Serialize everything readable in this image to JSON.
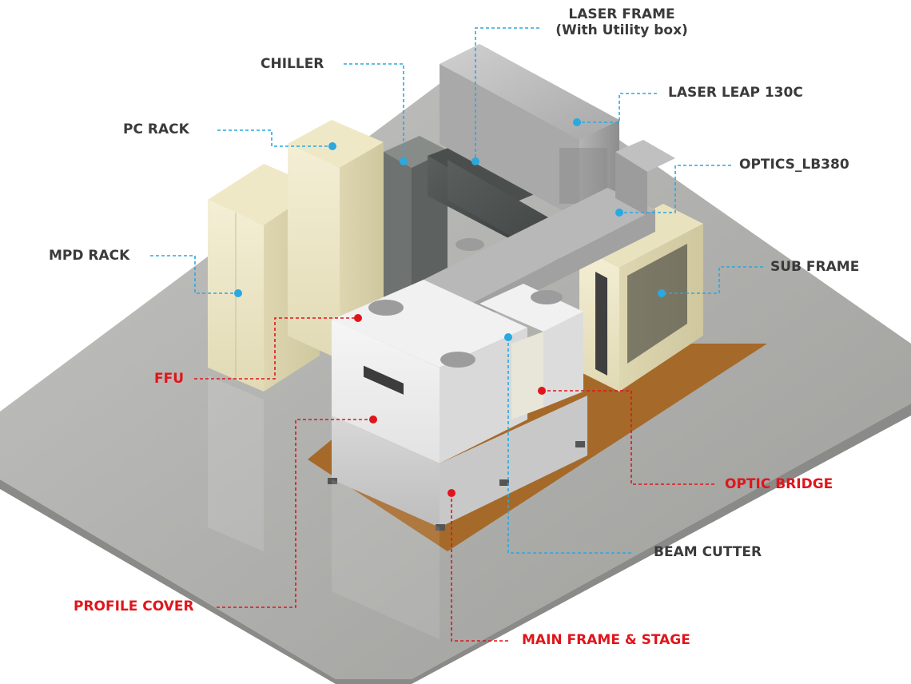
{
  "labels": {
    "laser_frame": "LASER FRAME",
    "laser_frame_sub": "(With Utility box)",
    "chiller": "CHILLER",
    "laser_leap": "LASER LEAP 130C",
    "pc_rack": "PC RACK",
    "optics": "OPTICS_LB380",
    "mpd_rack": "MPD RACK",
    "sub_frame": "SUB FRAME",
    "ffu": "FFU",
    "optic_bridge": "OPTIC BRIDGE",
    "beam_cutter": "BEAM CUTTER",
    "profile_cover": "PROFILE COVER",
    "main_frame": "MAIN FRAME & STAGE"
  },
  "colors": {
    "blue_callout": "#2aa8e0",
    "red_callout": "#e0151b",
    "label_dark": "#3a3a3a",
    "label_red": "#e0151b",
    "floor": "#a9a9a6",
    "base_plate": "#a36a2c",
    "cream_frame": "#ece6c6",
    "laser_gray": "#9a9a9a",
    "chamber_white": "#ececec"
  }
}
